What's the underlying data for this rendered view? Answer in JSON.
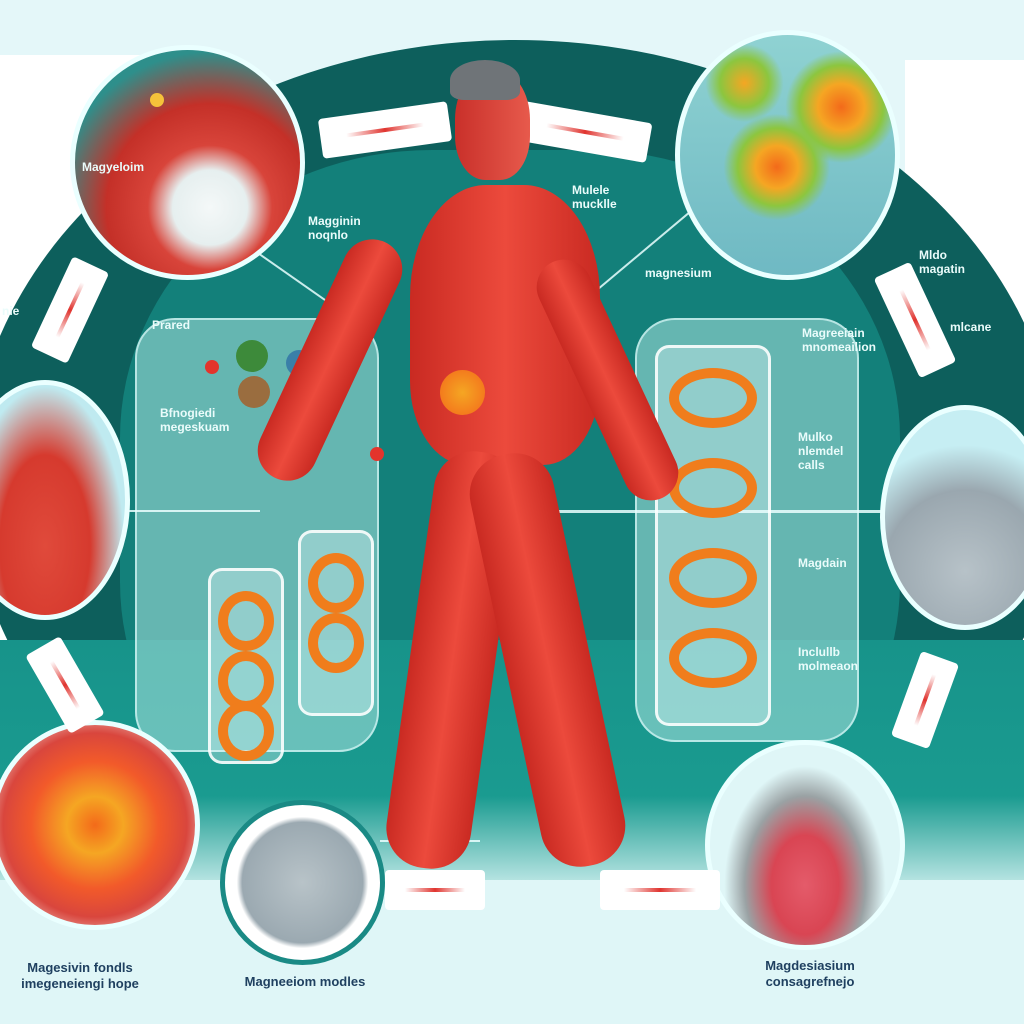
{
  "diagram": {
    "type": "cyclic anatomical infographic",
    "theme_colors": {
      "ring_dark_teal": "#0d5f5c",
      "ring_teal": "#13807a",
      "background": "#e4f7f9",
      "muscle_red": "#e0382d",
      "helix_orange": "#f07d1c",
      "label_text_light": "#eafcfb",
      "label_text_dark": "#1f4060",
      "arrow_streak": "#e0342f",
      "marker_orange": "#f5a23a"
    },
    "center_figure": "muscular human figure walking, holding tube",
    "nodes": [
      {
        "id": "top-left-circle",
        "depicts": "muscle-tendon close-up",
        "labels": [
          "Magyeloim",
          "Magginin noqnlo"
        ]
      },
      {
        "id": "top-right-circle",
        "depicts": "orange starburst cells in fluid",
        "labels": [
          "Mulele mucklle",
          "magnesium"
        ]
      },
      {
        "id": "right-circle",
        "depicts": "grey magnesium pebbles with leaves",
        "labels": [
          "Mldo magatin",
          "mlcane"
        ]
      },
      {
        "id": "bottom-right-circle",
        "depicts": "bowl of red liquid with fruit",
        "labels": [
          "Magdesiasium consagrefnejo"
        ]
      },
      {
        "id": "bottom-center-circle",
        "depicts": "grey granular sphere",
        "labels": [
          "Magneeiom modles"
        ]
      },
      {
        "id": "bottom-left-circle",
        "depicts": "orange-red cell cross-section",
        "labels": [
          "Magesivin fondls imegeneiengi hope"
        ]
      },
      {
        "id": "left-circle",
        "depicts": "back muscles of a man",
        "labels": [
          "nie"
        ]
      }
    ],
    "panels": {
      "left_panel": {
        "labels": [
          "Prared",
          "Bfnogiedi megeskuam"
        ]
      },
      "right_panel": {
        "labels": [
          "Magreeiain mnomeailion",
          "Mulko nlemdel",
          "calls",
          "Magdain",
          "Inclullb molmeaon"
        ]
      }
    },
    "labels": {
      "tl_a": "Magyeloim",
      "tl_b1": "Magginin",
      "tl_b2": "noqnlo",
      "tr_a1": "Mulele",
      "tr_a2": "mucklle",
      "tr_b": "magnesium",
      "r_a1": "Mldo",
      "r_a2": "magatin",
      "r_b": "mlcane",
      "rp_a1": "Magreeiain",
      "rp_a2": "mnomeailion",
      "rp_b1": "Mulko",
      "rp_b2": "nlemdel",
      "rp_b3": "calls",
      "rp_c": "Magdain",
      "rp_d1": "Inclullb",
      "rp_d2": "molmeaon",
      "lp_a": "Prared",
      "lp_b1": "Bfnogiedi",
      "lp_b2": "megeskuam",
      "l_a": "nie",
      "bl_1": "Magesivin fondls",
      "bl_2": "imegeneiengi hope",
      "bc": "Magneeiom modles",
      "br_1": "Magdesiasium",
      "br_2": "consagrefnejo"
    }
  }
}
